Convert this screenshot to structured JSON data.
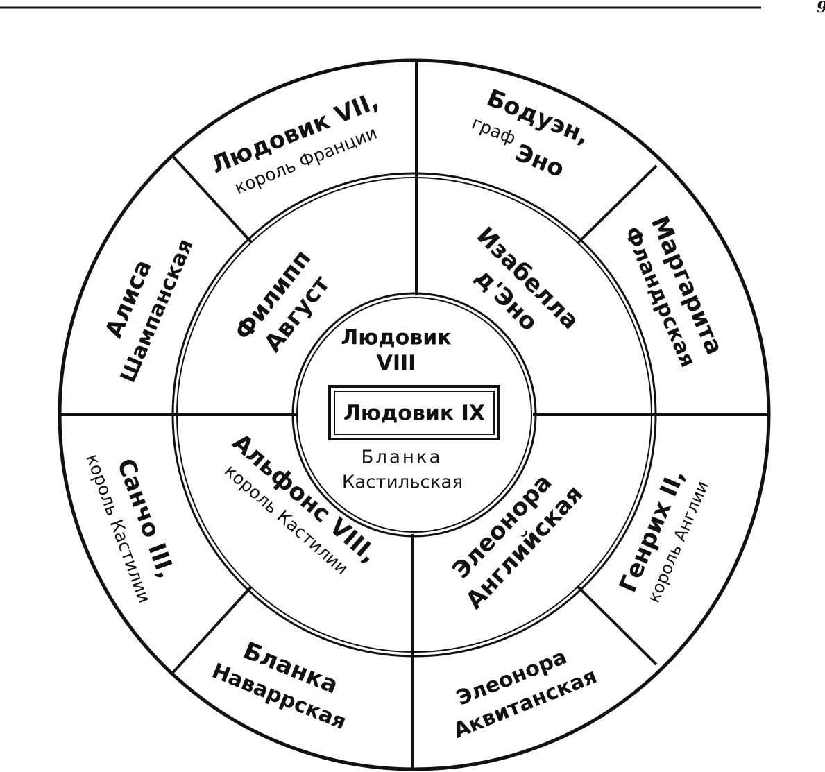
{
  "page_number": "9",
  "center": {
    "name": "Людовик IX",
    "father_line1": "Людовик",
    "father_line2": "VIII",
    "mother_line1": "Бланка",
    "mother_line2": "Кастильская"
  },
  "inner_ring": {
    "philip": {
      "line1": "Филипп",
      "line2": "Август"
    },
    "isabella": {
      "line1": "Изабелла",
      "line2": "д'Эно"
    },
    "alfonso": {
      "line1": "Альфонс VIII,",
      "line2": "король Кастилии"
    },
    "eleanor_eng": {
      "line1": "Элеонора",
      "line2": "Английская"
    }
  },
  "outer_ring": {
    "louis7": {
      "line1": "Людовик VII,",
      "line2": "король Франции"
    },
    "baudouin": {
      "line1": "Бодуэн,",
      "line2": "граф",
      "line3": "Эно"
    },
    "marguerite": {
      "line1": "Маргарита",
      "line2": "Фландрская"
    },
    "henry2": {
      "line1": "Генрих II,",
      "line2": "король Англии"
    },
    "eleanor_aq": {
      "line1": "Элеонора",
      "line2": "Аквитанская"
    },
    "blanca_nav": {
      "line1": "Бланка",
      "line2": "Наваррская"
    },
    "sancho": {
      "line1": "Санчо III,",
      "line2": "король Кастилии"
    },
    "alice": {
      "line1": "Алиса",
      "line2": "Шампанская"
    }
  }
}
